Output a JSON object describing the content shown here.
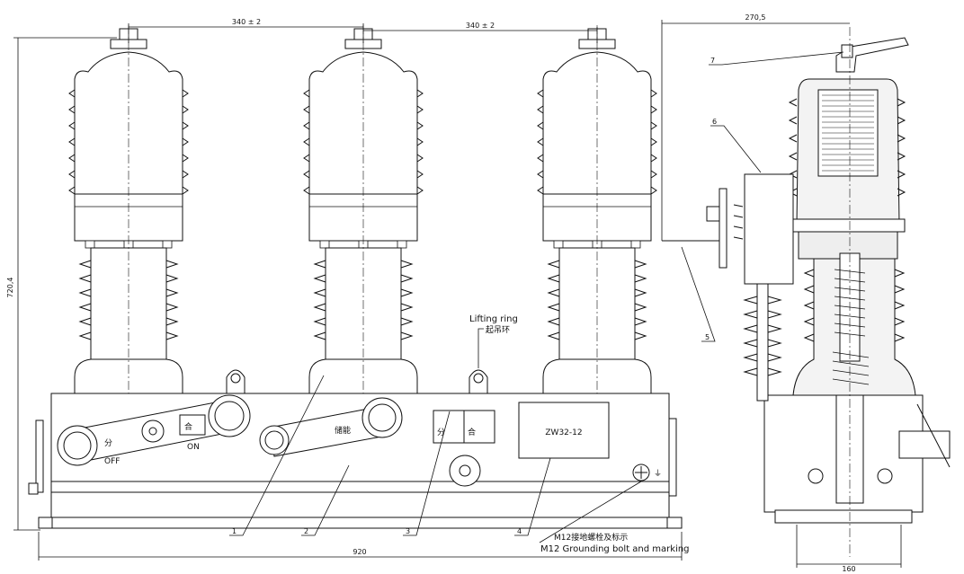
{
  "dimensions": {
    "pitch_a": "340 ± 2",
    "pitch_b": "340 ± 2",
    "height": "720,4",
    "length": "920",
    "side_depth": "270,5",
    "side_base": "160"
  },
  "labels": {
    "lifting_ring_en": "Lifting ring",
    "lifting_ring_cn": "起吊环",
    "grounding_cn": "M12接地螺栓及标示",
    "grounding_en": "M12 Grounding bolt and marking",
    "nameplate": "ZW32-12",
    "open_cn": "分",
    "open_en": "OFF",
    "close_cn": "合",
    "close_en": "ON",
    "charge_cn": "储能",
    "indicator_open": "分",
    "indicator_close": "合",
    "ground_symbol": "⏚"
  },
  "callouts": {
    "c1": "1",
    "c2": "2",
    "c3": "3",
    "c4": "4",
    "c5": "5",
    "c6": "6",
    "c7": "7"
  }
}
